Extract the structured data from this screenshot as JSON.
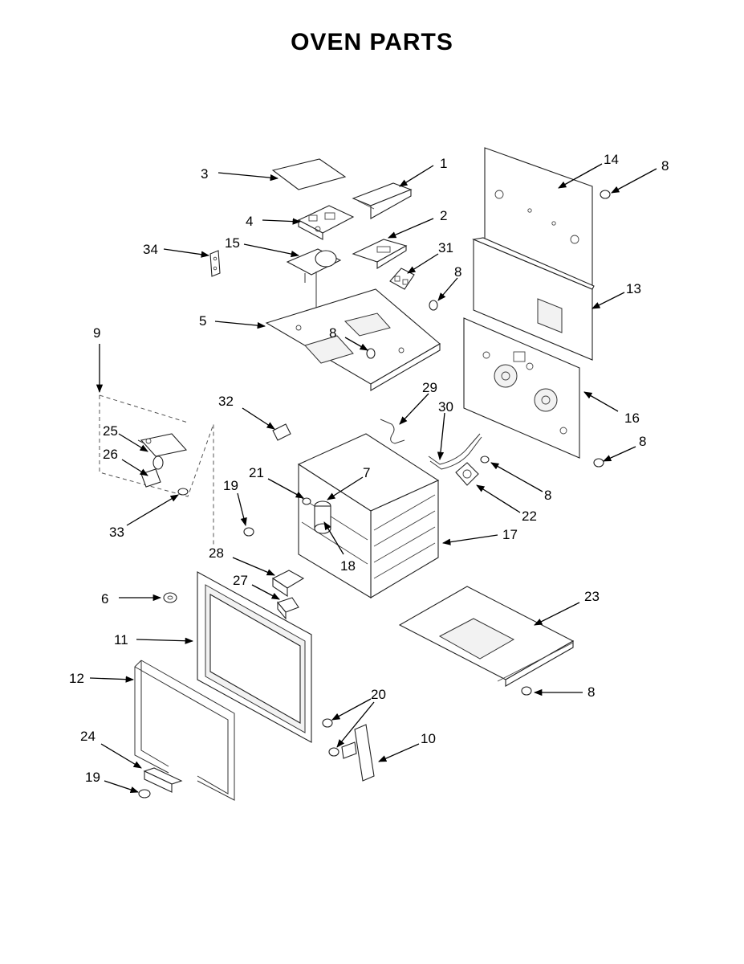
{
  "title": "OVEN PARTS",
  "callouts": [
    {
      "id": "c1",
      "label": "1"
    },
    {
      "id": "c2",
      "label": "2"
    },
    {
      "id": "c3",
      "label": "3"
    },
    {
      "id": "c4",
      "label": "4"
    },
    {
      "id": "c5",
      "label": "5"
    },
    {
      "id": "c6",
      "label": "6"
    },
    {
      "id": "c7",
      "label": "7"
    },
    {
      "id": "c8a",
      "label": "8"
    },
    {
      "id": "c8b",
      "label": "8"
    },
    {
      "id": "c8c",
      "label": "8"
    },
    {
      "id": "c8d",
      "label": "8"
    },
    {
      "id": "c8e",
      "label": "8"
    },
    {
      "id": "c8f",
      "label": "8"
    },
    {
      "id": "c9",
      "label": "9"
    },
    {
      "id": "c10",
      "label": "10"
    },
    {
      "id": "c11",
      "label": "11"
    },
    {
      "id": "c12",
      "label": "12"
    },
    {
      "id": "c13",
      "label": "13"
    },
    {
      "id": "c14",
      "label": "14"
    },
    {
      "id": "c15",
      "label": "15"
    },
    {
      "id": "c16",
      "label": "16"
    },
    {
      "id": "c17",
      "label": "17"
    },
    {
      "id": "c18",
      "label": "18"
    },
    {
      "id": "c19a",
      "label": "19"
    },
    {
      "id": "c19b",
      "label": "19"
    },
    {
      "id": "c20",
      "label": "20"
    },
    {
      "id": "c21",
      "label": "21"
    },
    {
      "id": "c22",
      "label": "22"
    },
    {
      "id": "c23",
      "label": "23"
    },
    {
      "id": "c24",
      "label": "24"
    },
    {
      "id": "c25",
      "label": "25"
    },
    {
      "id": "c26",
      "label": "26"
    },
    {
      "id": "c27",
      "label": "27"
    },
    {
      "id": "c28",
      "label": "28"
    },
    {
      "id": "c29",
      "label": "29"
    },
    {
      "id": "c30",
      "label": "30"
    },
    {
      "id": "c31",
      "label": "31"
    },
    {
      "id": "c32",
      "label": "32"
    },
    {
      "id": "c33",
      "label": "33"
    },
    {
      "id": "c34",
      "label": "34"
    }
  ]
}
